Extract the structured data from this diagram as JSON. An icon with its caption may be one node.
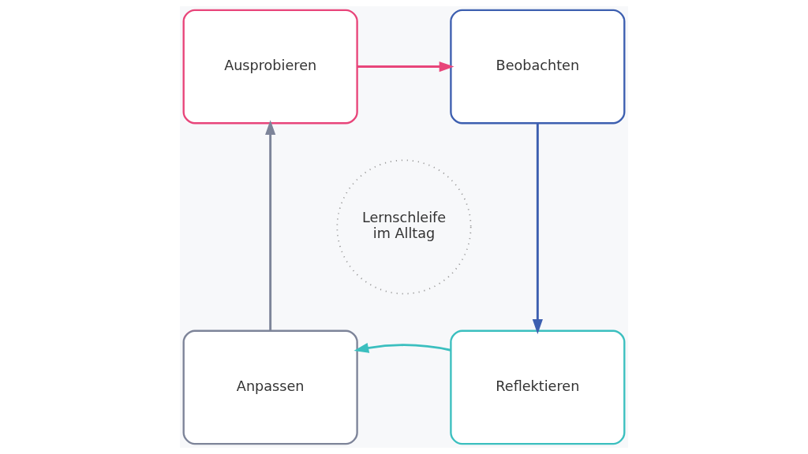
{
  "diagram": {
    "nodes": [
      {
        "text": [
          "Ausprobieren"
        ]
      },
      {
        "text": [
          "Beobachten"
        ]
      },
      {
        "text": [
          "Reflektieren"
        ]
      },
      {
        "text": [
          "Anpassen"
        ]
      },
      {
        "text": [
          "Lernschleife im Alltag"
        ]
      }
    ],
    "edges": [
      {
        "from": 0,
        "to": 1,
        "arrow": "to",
        "color": "#e8457a"
      },
      {
        "from": 1,
        "to": 2,
        "arrow": "to",
        "color": "#3d5fb0"
      },
      {
        "from": 2,
        "to": 3,
        "arrow": "to",
        "color": "#3bbfbf"
      },
      {
        "from": 3,
        "to": 0,
        "arrow": "to",
        "color": "#7d8499"
      }
    ]
  }
}
